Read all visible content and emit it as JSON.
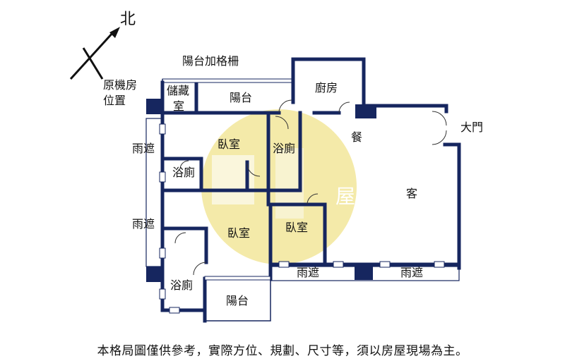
{
  "compass": {
    "north": "北"
  },
  "labels": {
    "balcony_grille": "陽台加格柵",
    "machine_room_1": "原機房",
    "machine_room_2": "位置",
    "storage_1": "儲藏",
    "storage_2": "室",
    "balcony_top": "陽台",
    "kitchen": "廚房",
    "dining": "餐",
    "main_door": "大門",
    "living": "客",
    "bedroom_top": "臥室",
    "bath_top": "浴廁",
    "bath_left": "浴廁",
    "bedroom_bottom": "臥室",
    "bedroom_middle": "臥室",
    "bath_bottom": "浴廁",
    "balcony_bottom": "陽台",
    "awning_left_1": "雨遮",
    "awning_left_2": "雨遮",
    "awning_bottom_1": "雨遮",
    "awning_bottom_2": "雨遮"
  },
  "watermark": {
    "text": "屋"
  },
  "footnote": "本格局圖僅供參考，實際方位、規劃、尺寸等，須以房屋現場為主。",
  "colors": {
    "wall": "#16265f",
    "watermark": "#e8d35a"
  }
}
